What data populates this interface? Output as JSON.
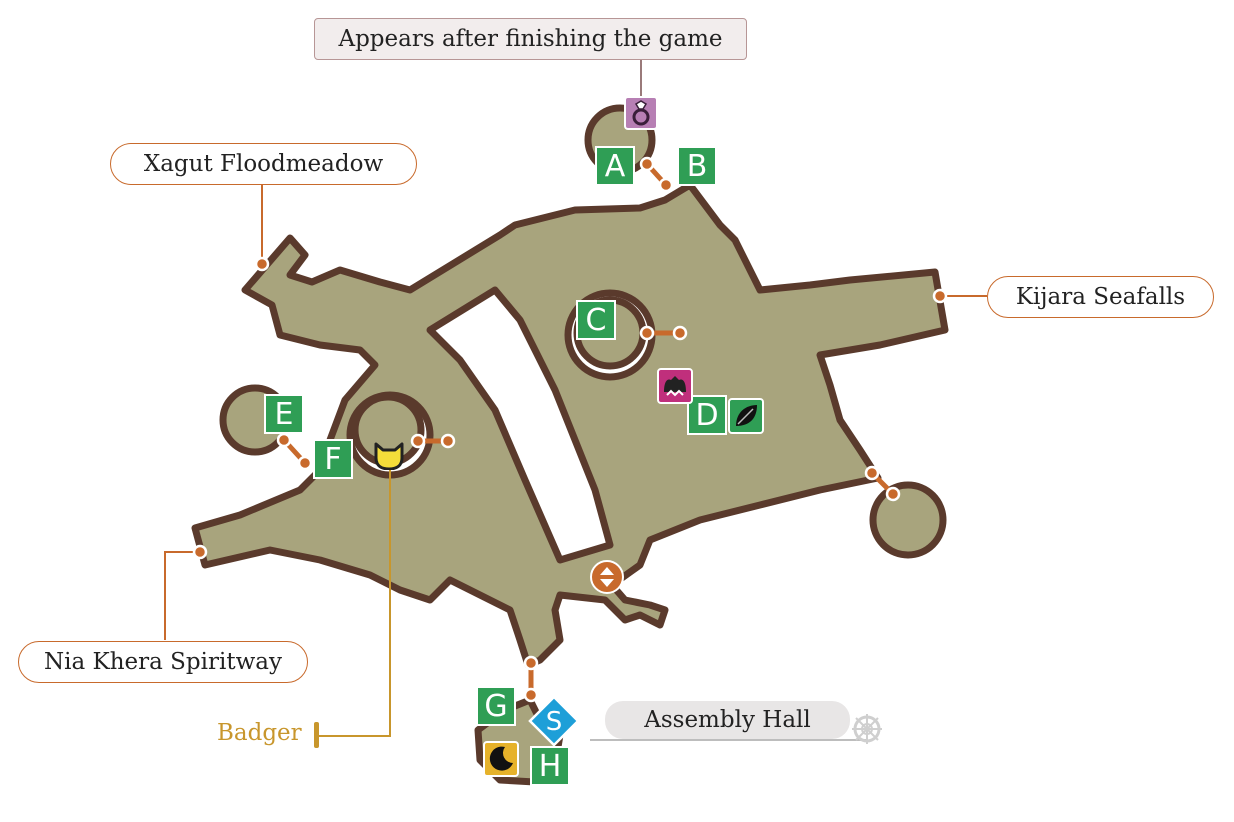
{
  "labels": {
    "postgame_note": "Appears after finishing the game",
    "xagut": "Xagut Floodmeadow",
    "kijara": "Kijara Seafalls",
    "nia_khera": "Nia Khera Spiritway",
    "badger": "Badger",
    "assembly_hall": "Assembly Hall"
  },
  "markers": {
    "a": "A",
    "b": "B",
    "c": "C",
    "d": "D",
    "e": "E",
    "f": "F",
    "g": "G",
    "h": "H",
    "s": "S"
  },
  "icons": [
    "ring-icon",
    "cat-head-icon",
    "monster-icon",
    "leaf-icon",
    "elevator-icon",
    "crescent-moon-icon",
    "save-point-icon",
    "gear-wheel-icon"
  ],
  "colors": {
    "terrain_fill": "#a8a47d",
    "terrain_outline": "#5a3a2c",
    "connector": "#c86a2c",
    "marker_green": "#2f9e55",
    "badger_gold": "#c8962c",
    "save_blue": "#1e9fd8"
  }
}
